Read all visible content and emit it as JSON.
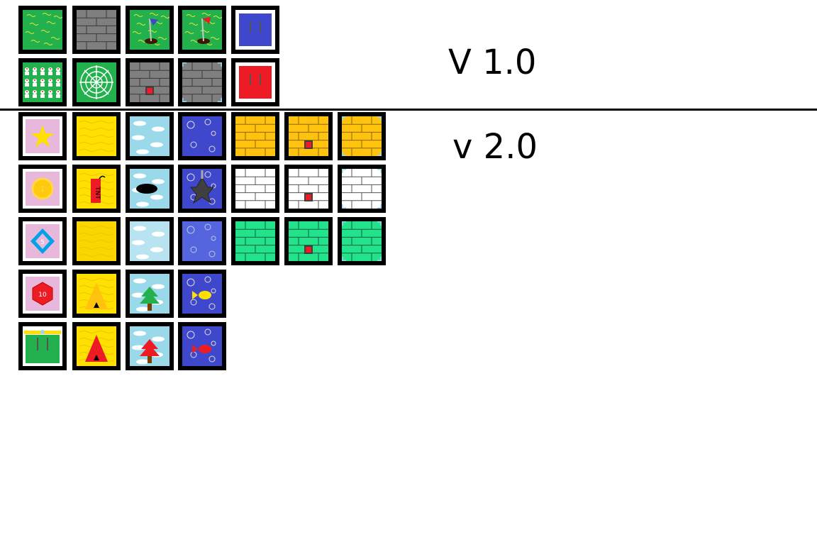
{
  "labels": {
    "version_1": "V 1.0",
    "version_2": "v 2.0"
  },
  "tile_text": {
    "tnt": "TNT",
    "coin_value": "1",
    "gem_value": "5",
    "hex_value": "10"
  },
  "palette": {
    "grass": "#22b14c",
    "grass_line": "#e6e63c",
    "stone": "#7f7f7f",
    "mortar": "#3a3a3a",
    "blue_block": "#3f48cc",
    "red_block": "#ed1c24",
    "yellow": "#ffe000",
    "gold_brick": "#ffc20e",
    "sky": "#99d9ea",
    "ice": "#ffffff",
    "mint": "#22e38c",
    "pink": "#e7b8dc",
    "dark": "#404040"
  },
  "tiles_v1": [
    [
      "grass",
      "stone-brick",
      "blue-flag-hole",
      "red-flag-hole",
      "blue-door"
    ],
    [
      "skull-field",
      "spider-web",
      "stone-switch",
      "stone-corner",
      "red-door"
    ]
  ],
  "tiles_v2": [
    [
      "star",
      "sand",
      "cloud-sky",
      "bubble-water",
      "gold-brick",
      "gold-switch",
      "gold-corner"
    ],
    [
      "coin",
      "tnt",
      "hole-sky",
      "mine-water",
      "white-brick",
      "white-switch",
      "white-corner"
    ],
    [
      "gem",
      "sand-textured",
      "cloud-textured",
      "water-textured",
      "mint-brick",
      "mint-switch",
      "mint-corner"
    ],
    [
      "hex-coin",
      "yellow-tent",
      "tree-green",
      "yellow-fish"
    ],
    [
      "green-door",
      "red-tent",
      "tree-red",
      "red-fish"
    ]
  ]
}
